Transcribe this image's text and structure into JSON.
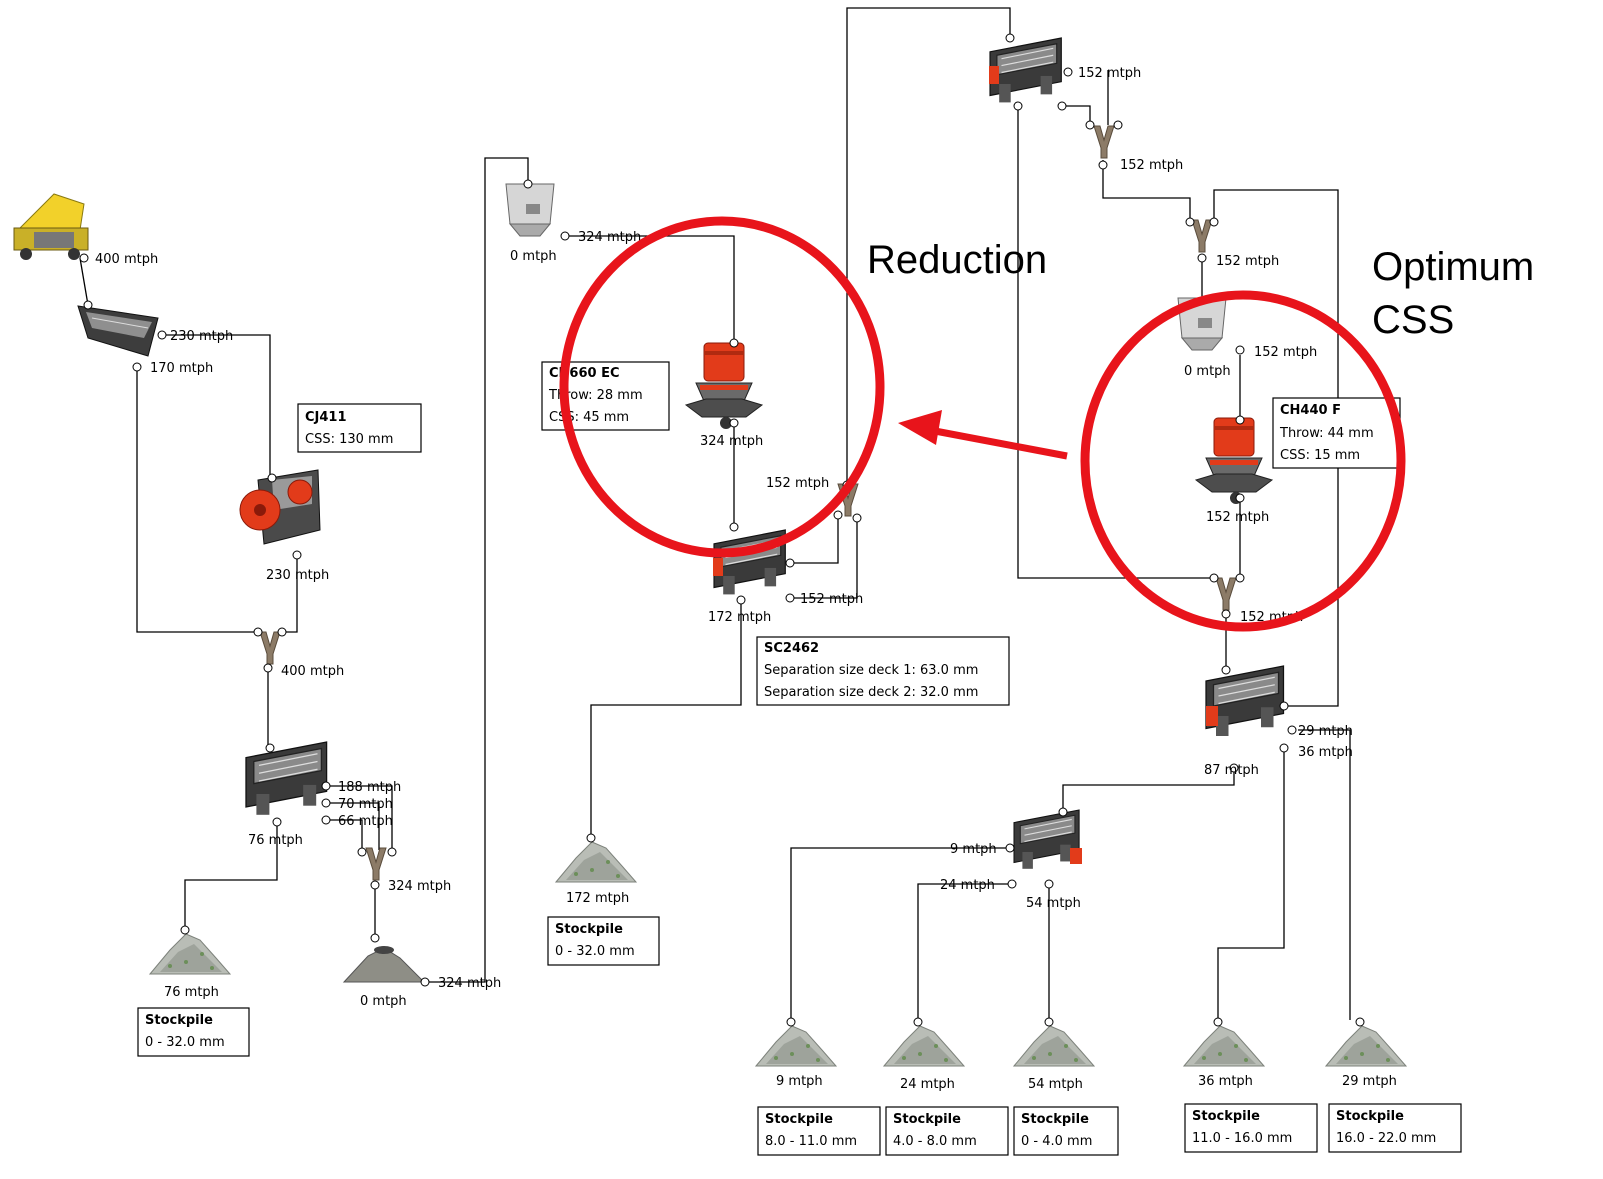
{
  "annotations": {
    "reduction": "Reduction",
    "optimum_line1": "Optimum",
    "optimum_line2": "CSS",
    "accent_color": "#e8141b"
  },
  "flows": {
    "truck": "400 mtph",
    "grizzly_top": "230 mtph",
    "grizzly_bottom": "170 mtph",
    "jaw_out": "230 mtph",
    "merge1": "400 mtph",
    "screen1_a": "188 mtph",
    "screen1_b": "70 mtph",
    "screen1_c": "66 mtph",
    "screen1_under": "76 mtph",
    "merge2": "324 mtph",
    "stock1": "76 mtph",
    "surge_pile": "0 mtph",
    "surge_out": "324 mtph",
    "hopper1": "0 mtph",
    "hopper1_out": "324 mtph",
    "cone1_out": "324 mtph",
    "screen2_side": "152 mtph",
    "screen2_return": "152 mtph",
    "screen2_under": "172 mtph",
    "stock_mid": "172 mtph",
    "screen3": "152 mtph",
    "split_a": "152 mtph",
    "split_b": "152 mtph",
    "hopper2": "0 mtph",
    "hopper2_out": "152 mtph",
    "cone2_out": "152 mtph",
    "merge3": "152 mtph",
    "screen4_a": "29 mtph",
    "screen4_b": "36 mtph",
    "screen4_under": "87 mtph",
    "screen5_a": "9 mtph",
    "screen5_b": "24 mtph",
    "screen5_under": "54 mtph",
    "p1": "9 mtph",
    "p2": "24 mtph",
    "p3": "54 mtph",
    "p4": "36 mtph",
    "p5": "29 mtph"
  },
  "boxes": {
    "cj411": {
      "title": "CJ411",
      "line1": "CSS: 130 mm"
    },
    "cone1": {
      "title": "CH660 EC",
      "line1": "Throw: 28 mm",
      "line2": "CSS: 45 mm"
    },
    "cone2": {
      "title": "CH440 F",
      "line1": "Throw: 44 mm",
      "line2": "CSS: 15 mm"
    },
    "sc2462": {
      "title": "SC2462",
      "line1": "Separation size deck 1: 63.0 mm",
      "line2": "Separation size deck 2: 32.0 mm"
    },
    "s1": {
      "title": "Stockpile",
      "line1": "0 - 32.0 mm"
    },
    "s2": {
      "title": "Stockpile",
      "line1": "0 - 32.0 mm"
    },
    "s3": {
      "title": "Stockpile",
      "line1": "8.0 - 11.0 mm"
    },
    "s4": {
      "title": "Stockpile",
      "line1": "4.0 - 8.0 mm"
    },
    "s5": {
      "title": "Stockpile",
      "line1": "0 - 4.0 mm"
    },
    "s6": {
      "title": "Stockpile",
      "line1": "11.0 - 16.0 mm"
    },
    "s7": {
      "title": "Stockpile",
      "line1": "16.0 - 22.0 mm"
    }
  }
}
